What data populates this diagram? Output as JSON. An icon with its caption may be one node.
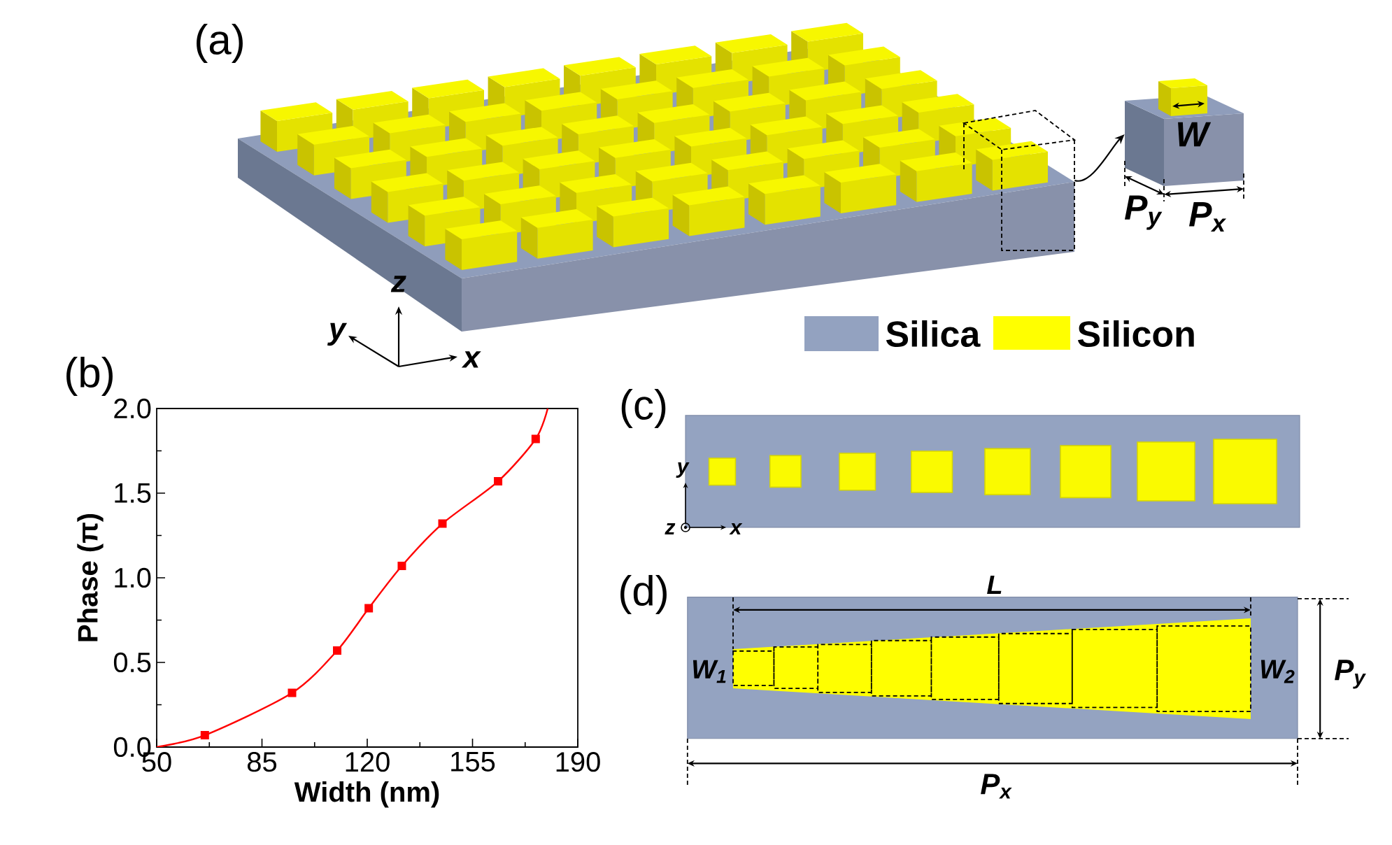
{
  "diagram": {
    "nodes": [
      {
        "text": [],
        "shape": "box"
      },
      {
        "text": [],
        "shape": "picture"
      }
    ],
    "edges": [
      {
        "from": 0,
        "to": 1,
        "arrow": "to"
      }
    ],
    "labels": [
      "(a)",
      "W",
      "P$_{y}$",
      "P$_{x}$",
      "z",
      "y",
      "x",
      "(b)",
      "(c)",
      "y",
      "z",
      "x",
      "(d)",
      "L",
      "W$_{1}$",
      "W$_{2}$",
      "P$_{y}$",
      "P$_{x}$"
    ],
    "legend": [
      {
        "text": "Silica",
        "color": "#93a2c0"
      },
      {
        "text": "Silicon",
        "color": "#ffff00"
      }
    ],
    "chart_data": {
      "type": "line",
      "xlabel": "Width (nm)",
      "ylabel": "Phase (π)",
      "x": [
        50,
        66,
        95,
        110,
        120.5,
        131.5,
        145,
        163.5,
        176,
        180
      ],
      "series": [
        {
          "color": "#ff0000",
          "marker": "square",
          "values": [
            0,
            0.07,
            0.32,
            0.57,
            0.82,
            1.07,
            1.32,
            1.57,
            1.82,
            2.0
          ]
        }
      ],
      "xlim": [
        50,
        190
      ],
      "ylim": [
        0,
        2
      ],
      "xticks": [
        50,
        85,
        120,
        155,
        190
      ],
      "yticks": [
        {
          "value": 0,
          "label": "0.0"
        },
        0.5,
        {
          "value": 1,
          "label": "1.0"
        },
        1.5,
        {
          "value": 2,
          "label": "2.0"
        }
      ]
    }
  }
}
